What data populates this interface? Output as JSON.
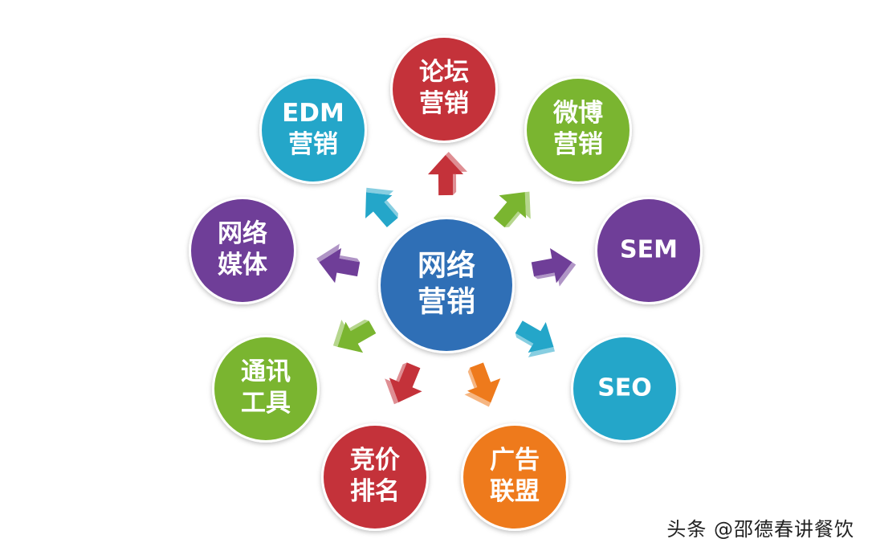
{
  "center": {
    "lines": [
      "网络",
      "营销"
    ],
    "color": "#2f6fb6"
  },
  "nodes": [
    {
      "id": "forum",
      "lines": [
        "论坛",
        "营销"
      ],
      "color": "#c4323a"
    },
    {
      "id": "weibo",
      "lines": [
        "微博",
        "营销"
      ],
      "color": "#7ab530"
    },
    {
      "id": "sem",
      "lines": [
        "SEM"
      ],
      "color": "#6f3e98"
    },
    {
      "id": "seo",
      "lines": [
        "SEO"
      ],
      "color": "#24a6c9"
    },
    {
      "id": "ad-alliance",
      "lines": [
        "广告",
        "联盟"
      ],
      "color": "#ee7a1c"
    },
    {
      "id": "bidding",
      "lines": [
        "竞价",
        "排名"
      ],
      "color": "#c4323a"
    },
    {
      "id": "im-tools",
      "lines": [
        "通讯",
        "工具"
      ],
      "color": "#7ab530"
    },
    {
      "id": "network-media",
      "lines": [
        "网络",
        "媒体"
      ],
      "color": "#6f3e98"
    },
    {
      "id": "edm",
      "lines": [
        "EDM",
        "营销"
      ],
      "color": "#24a6c9"
    }
  ],
  "arrow_colors": [
    "#c4323a",
    "#7ab530",
    "#6f3e98",
    "#24a6c9",
    "#ee7a1c",
    "#c4323a",
    "#7ab530",
    "#6f3e98",
    "#24a6c9"
  ],
  "watermark": "头条 @邵德春讲餐饮"
}
